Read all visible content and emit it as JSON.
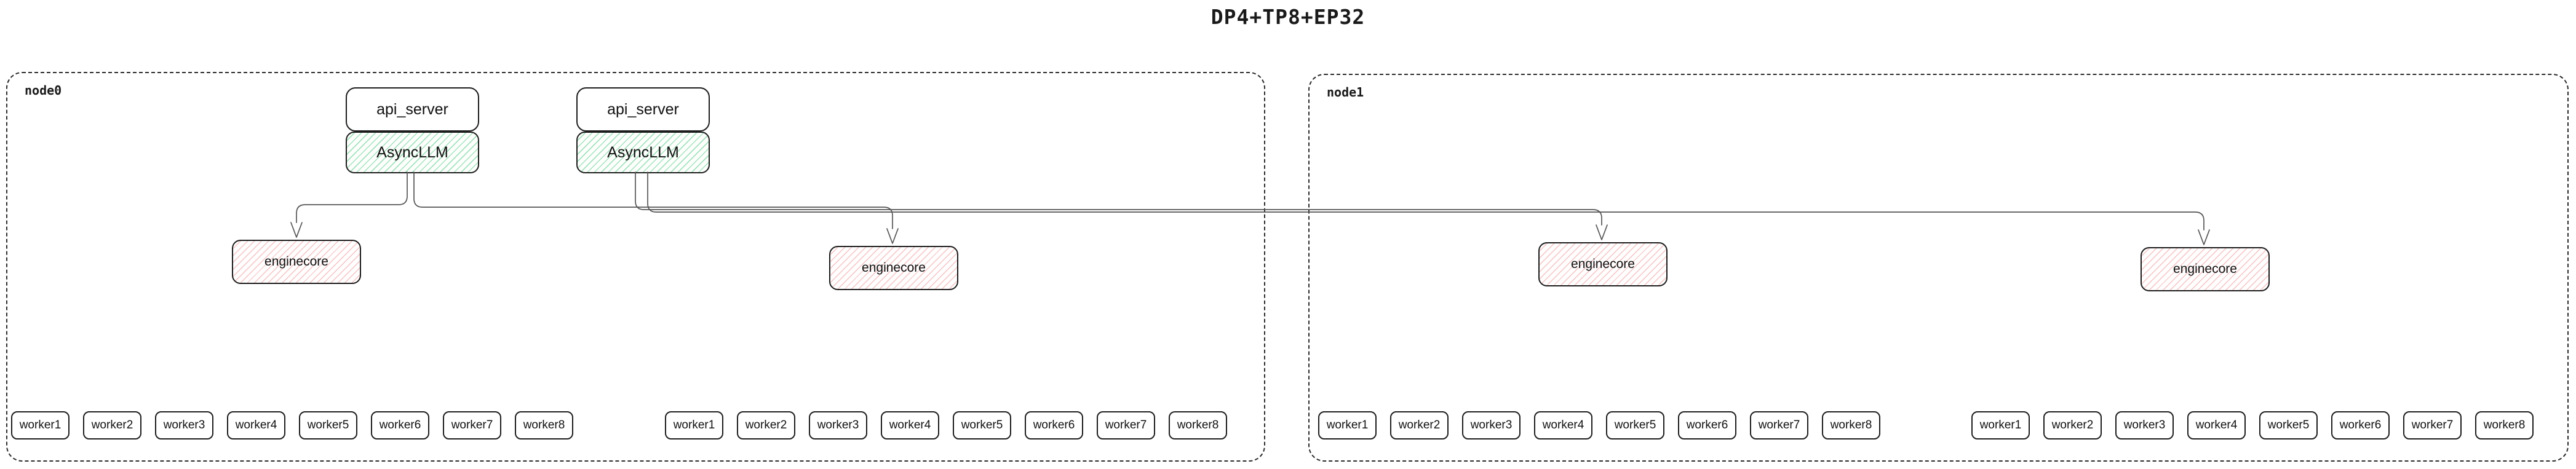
{
  "title": "DP4+TP8+EP32",
  "colors": {
    "box_border": "#1c1c1c",
    "node_border": "#2b2b2b",
    "edge": "#555555",
    "asyncllm_hatch": "#6ecd96",
    "enginecore_hatch": "#e89696"
  },
  "nodes": [
    {
      "label": "node0",
      "stacks": [
        {
          "api": "api_server",
          "llm": "AsyncLLM"
        },
        {
          "api": "api_server",
          "llm": "AsyncLLM"
        }
      ],
      "enginecores": [
        "enginecore",
        "enginecore"
      ],
      "worker_groups": [
        [
          "worker1",
          "worker2",
          "worker3",
          "worker4",
          "worker5",
          "worker6",
          "worker7",
          "worker8"
        ],
        [
          "worker1",
          "worker2",
          "worker3",
          "worker4",
          "worker5",
          "worker6",
          "worker7",
          "worker8"
        ]
      ]
    },
    {
      "label": "node1",
      "stacks": [],
      "enginecores": [
        "enginecore",
        "enginecore"
      ],
      "worker_groups": [
        [
          "worker1",
          "worker2",
          "worker3",
          "worker4",
          "worker5",
          "worker6",
          "worker7",
          "worker8"
        ],
        [
          "worker1",
          "worker2",
          "worker3",
          "worker4",
          "worker5",
          "worker6",
          "worker7",
          "worker8"
        ]
      ]
    }
  ]
}
